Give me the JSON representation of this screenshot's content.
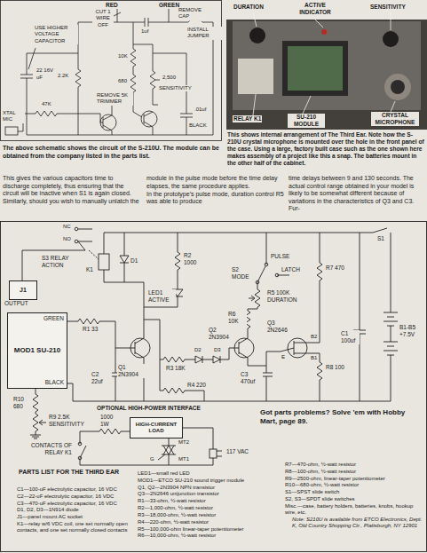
{
  "diagram": {
    "nodes": [
      {
        "text": [
          "GREEN",
          "MOD1 SU-210",
          "BLACK"
        ]
      },
      {
        "text": [
          "J1",
          "OUTPUT"
        ]
      },
      {
        "text": [
          "HIGH-CURRENT LOAD"
        ]
      }
    ],
    "labels": [
      "RED",
      "CUT 1 WIRE OFF",
      "GREEN",
      "REMOVE CAP",
      "1uf",
      "INSTALL JUMPER",
      "USE HIGHER VOLTAGE CAPACITOR",
      "10K",
      "22 16V",
      "uF",
      "2.2K",
      "680",
      "REMOVE 5K TRIMMER",
      "2,500",
      "SENSITIVITY",
      "47K",
      ".01uf",
      "XTAL MIC",
      "BLACK",
      "The above schematic shows the circuit of the S-210U. The module can be obtained from the company listed in the parts list.",
      "DURATION",
      "ACTIVE INDICATOR",
      "SENSITIVITY",
      "RELAY K1",
      "SU-210 MODULE",
      "CRYSTAL MICROPHONE",
      "This shows internal arrangement of The Third Ear. Note how the S-210U crystal microphone is mounted over the hole in the front panel of the case. Using a large, factory built case such as the one shown here makes assembly of a project like this a snap. The batteries mount in the other half of the cabinet.",
      "This gives the various capacitors time to discharge completely, thus ensuring that the circuit will be inactive when S1 is again closed. Similarly, should you wish to manually unlatch the",
      "module in the pulse mode before the time delay elapses, the same procedure applies.",
      "In the prototype's pulse mode, duration control R5 was able to produce",
      "time delays between 9 and 130 seconds. The actual control range obtained in your model is likely to be somewhat different because of variations in the characteristics of Q3 and C3. Fur-",
      "NC",
      "NO",
      "S3 RELAY ACTION",
      "K1",
      "D1",
      "R2 1000",
      "LED1 ACTIVE",
      "S2 MODE",
      "PULSE",
      "LATCH",
      "R5 100K DURATION",
      "R7 470",
      "S1",
      "R6 10K",
      "Q2 2N3904",
      "Q3 2N2646",
      "B2",
      "E",
      "B1",
      "R3 18K",
      "D2",
      "D3",
      "R1 33",
      "Q1 2N3904",
      "C3 470uf",
      "R8 100",
      "C1 100uf",
      "B1-B5 +7.5V",
      "R4 220",
      "C2 22uf",
      "R10 680",
      "R9 2.5K SENSITIVITY",
      "OPTIONAL HIGH-POWER INTERFACE",
      "1000 1W",
      "MT2",
      "G",
      "MT1",
      "117 VAC",
      "CONTACTS OF RELAY K1",
      "Got parts problems? Solve 'em with Hobby Mart, page 89.",
      "PARTS LIST FOR THE THIRD EAR",
      "C1—100-uF electrolytic capacitor, 16 VDC",
      "C2—22-uF electrolytic capacitor, 16 VDC",
      "C3—470-uF electrolytic capacitor, 16 VDC",
      "D1, D2, D3—1N914 diode",
      "J1—panel mount AC socket",
      "K1—relay w/6 VDC coil, one set normally open contacts, and one set normally closed contacts",
      "LED1—small red LED",
      "MOD1—ETCO SU-210 sound trigger module",
      "Q1, Q2—2N3904 NPN transistor",
      "Q3—2N2646 unijunction transistor",
      "R1—33-ohm, ½-watt resistor",
      "R2—1,000-ohm, ½-watt resistor",
      "R3—18,000-ohm, ½-watt resistor",
      "R4—220-ohm, ½-watt resistor",
      "R5—100,000-ohm linear-taper potentiometer",
      "R6—10,000-ohm, ½-watt resistor",
      "R7—470-ohm, ½-watt resistor",
      "R8—100-ohm, ½-watt resistor",
      "R9—2500-ohm, linear-taper potentiometer",
      "R10—680-ohm, ½-watt resistor",
      "S1—SPST slide switch",
      "S2, S3—SPDT slide switches",
      "Misc.—case, battery holders, batteries, knobs, hookup wire, etc.",
      "Note: S210U is available from ETCO Electronics, Dept. K, Old Country Shopping Ctr., Plattsburgh, NY 12901"
    ]
  }
}
